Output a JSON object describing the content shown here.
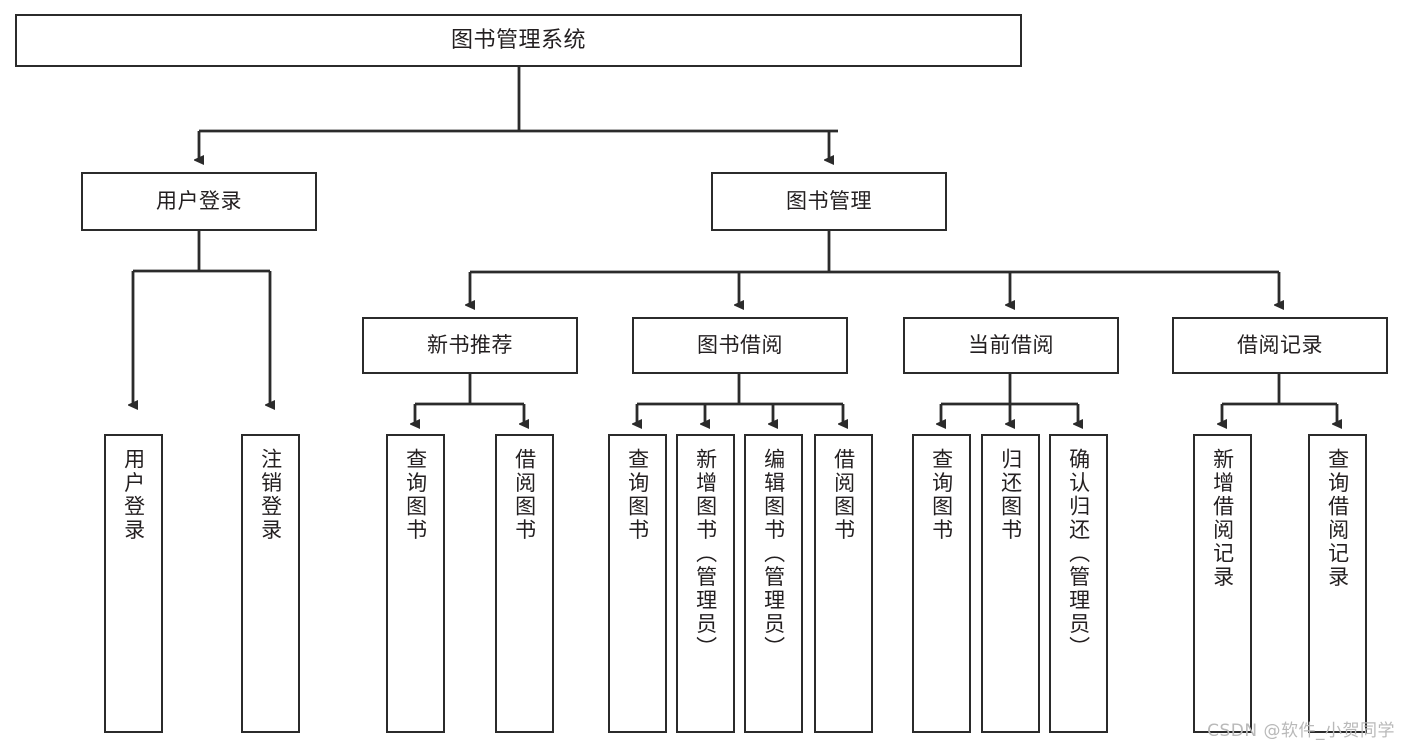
{
  "diagram": {
    "title": "图书管理系统",
    "type": "tree-structure-chart",
    "watermark": "CSDN @软件_小贺同学",
    "colors": {
      "box_border": "#2b2b2b",
      "box_fill": "#ffffff",
      "edge": "#2b2b2b",
      "text": "#231f20",
      "watermark": "#b9b9b9"
    },
    "nodes": {
      "root": {
        "label": "图书管理系统"
      },
      "level2": [
        {
          "id": "user-login",
          "label": "用户登录"
        },
        {
          "id": "book-manage",
          "label": "图书管理"
        }
      ],
      "level3": [
        {
          "id": "new-book-recommend",
          "label": "新书推荐"
        },
        {
          "id": "book-borrow",
          "label": "图书借阅"
        },
        {
          "id": "current-borrow",
          "label": "当前借阅"
        },
        {
          "id": "borrow-record",
          "label": "借阅记录"
        }
      ],
      "leaves_user_login": [
        {
          "id": "login",
          "label": "用户登录"
        },
        {
          "id": "logout",
          "label": "注销登录"
        }
      ],
      "leaves_new_book_recommend": [
        {
          "id": "query-book-1",
          "label": "查询图书"
        },
        {
          "id": "borrow-book-1",
          "label": "借阅图书"
        }
      ],
      "leaves_book_borrow": [
        {
          "id": "query-book-2",
          "label": "查询图书"
        },
        {
          "id": "add-book",
          "label": "新增图书（管理员）"
        },
        {
          "id": "edit-book",
          "label": "编辑图书（管理员）"
        },
        {
          "id": "borrow-book-2",
          "label": "借阅图书"
        }
      ],
      "leaves_current_borrow": [
        {
          "id": "query-book-3",
          "label": "查询图书"
        },
        {
          "id": "return-book",
          "label": "归还图书"
        },
        {
          "id": "confirm-return",
          "label": "确认归还（管理员）"
        }
      ],
      "leaves_borrow_record": [
        {
          "id": "add-record",
          "label": "新增借阅记录"
        },
        {
          "id": "query-record",
          "label": "查询借阅记录"
        }
      ]
    }
  }
}
